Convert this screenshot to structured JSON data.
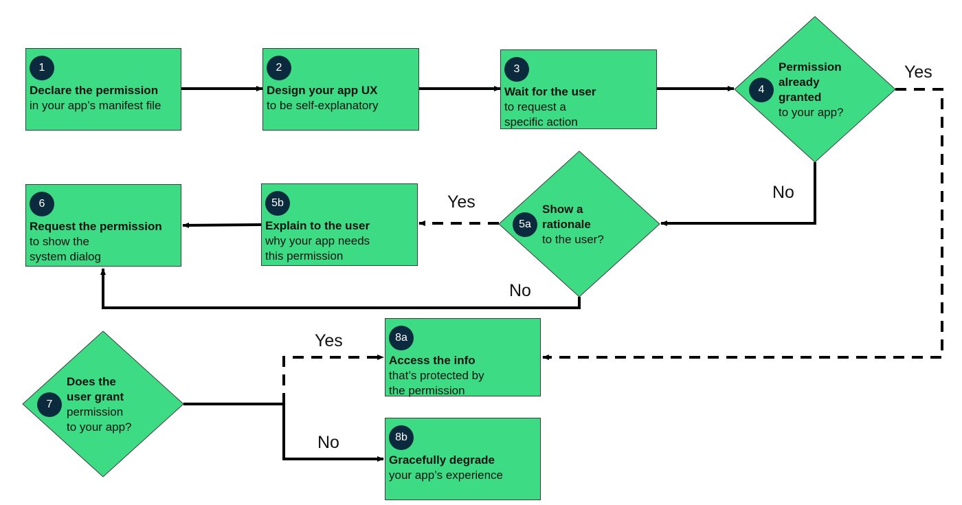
{
  "colors": {
    "green": "#3ddc84",
    "navy": "#0b2a3e",
    "line": "#000000"
  },
  "nodes": {
    "n1": {
      "number": "1",
      "title": "Declare the permission",
      "body": "in your app’s manifest file"
    },
    "n2": {
      "number": "2",
      "title": "Design your app UX",
      "body": "to be self-explanatory"
    },
    "n3": {
      "number": "3",
      "title": "Wait for the user",
      "body": "to request a\nspecific action"
    },
    "n4": {
      "number": "4",
      "title": "Permission\nalready\ngranted",
      "body": "to your app?"
    },
    "n5a": {
      "number": "5a",
      "title": "Show a\nrationale",
      "body": "to the user?"
    },
    "n5b": {
      "number": "5b",
      "title": "Explain to the user",
      "body": "why your app needs\nthis permission"
    },
    "n6": {
      "number": "6",
      "title": "Request the permission",
      "body": "to show the\nsystem dialog"
    },
    "n7": {
      "number": "7",
      "title": "Does the\nuser grant",
      "body": "permission\nto your app?"
    },
    "n8a": {
      "number": "8a",
      "title": "Access the info",
      "body": "that’s protected by\nthe permission"
    },
    "n8b": {
      "number": "8b",
      "title": "Gracefully degrade",
      "body": "your app’s experience"
    }
  },
  "edge_labels": {
    "n4_yes": "Yes",
    "n4_no": "No",
    "n5a_yes": "Yes",
    "n5a_no": "No",
    "n7_yes": "Yes",
    "n7_no": "No"
  }
}
